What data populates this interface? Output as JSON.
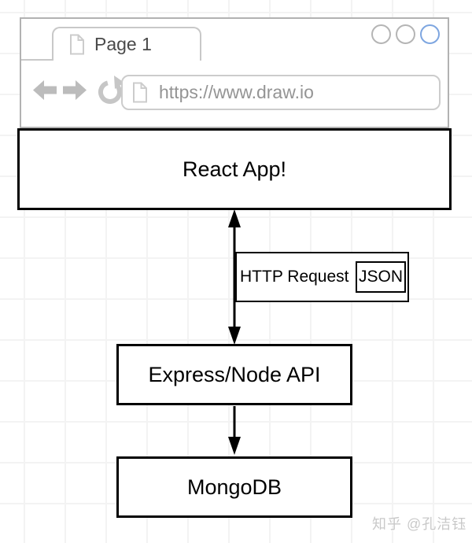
{
  "browser_mockup": {
    "tab_label": "Page 1",
    "url": "https://www.draw.io",
    "window_controls": {
      "count": 3,
      "active_index": 2
    }
  },
  "diagram": {
    "nodes": [
      {
        "id": "react-app",
        "label": "React App!"
      },
      {
        "id": "express-node-api",
        "label": "Express/Node API"
      },
      {
        "id": "mongodb",
        "label": "MongoDB"
      }
    ],
    "edges": [
      {
        "from": "react-app",
        "to": "express-node-api",
        "style": "double-headed-arrow",
        "labels": [
          "HTTP Request",
          "JSON"
        ]
      },
      {
        "from": "express-node-api",
        "to": "mongodb",
        "style": "arrow-down",
        "labels": []
      }
    ]
  },
  "watermark": {
    "text": "知乎 @孔洁钰"
  },
  "colors": {
    "chrome_gray": "#b5b5b5",
    "active_circle_blue": "#7ea6e0",
    "node_border": "#000000",
    "url_text_gray": "#949494",
    "grid_line": "#f3f3f3"
  }
}
